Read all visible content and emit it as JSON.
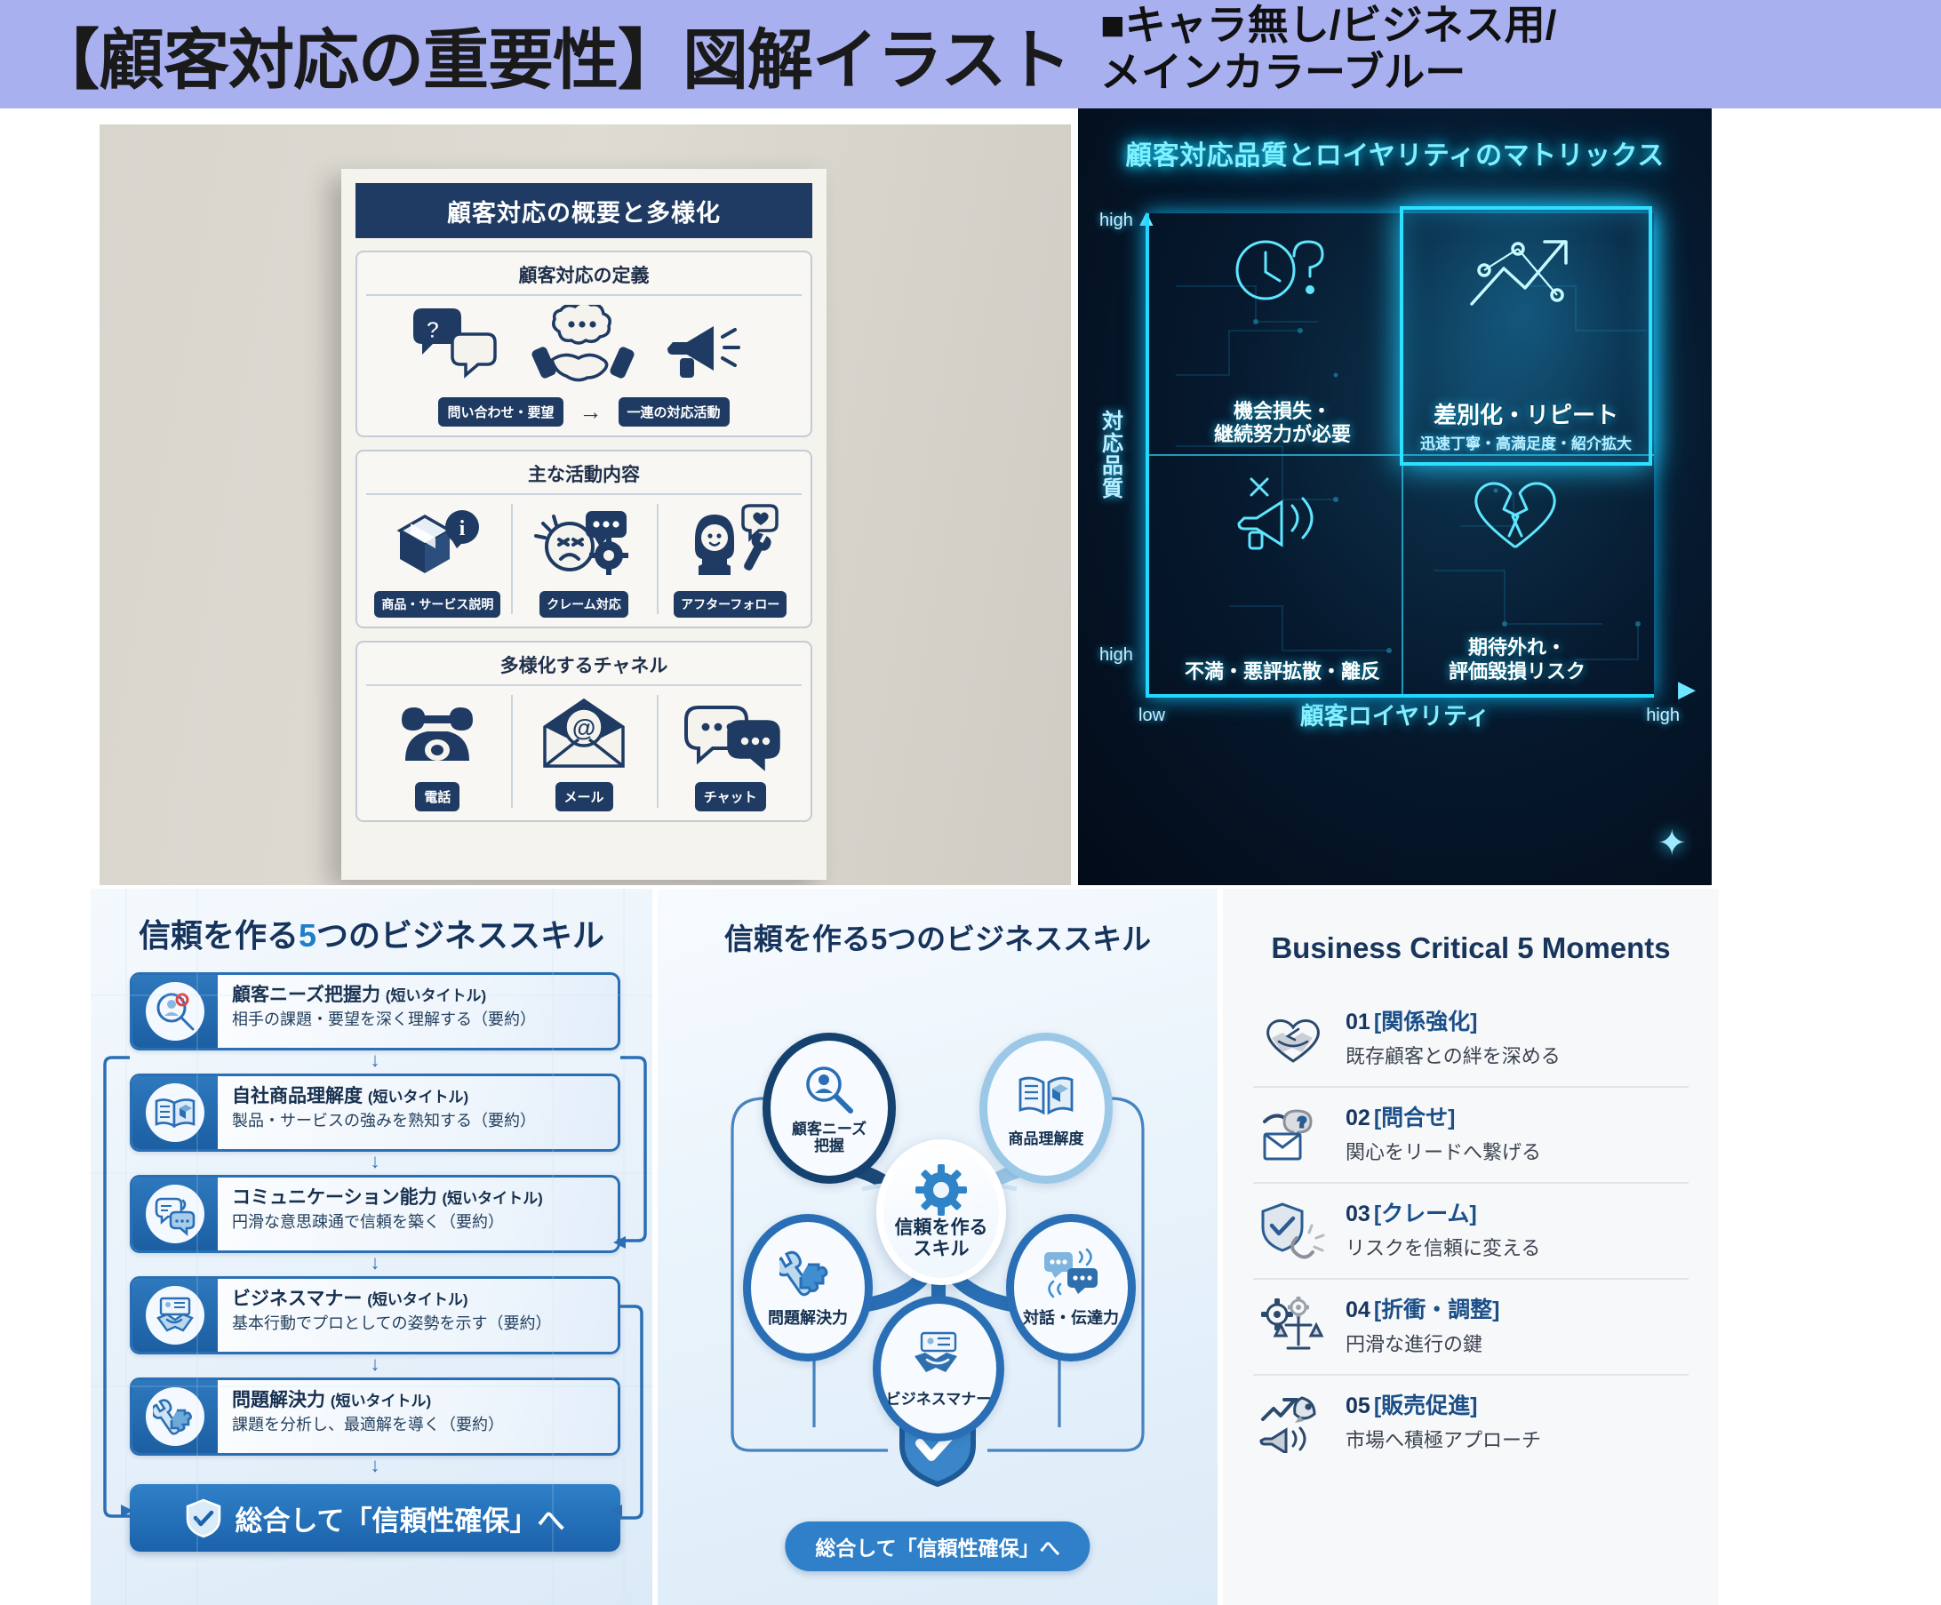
{
  "header": {
    "title": "【顧客対応の重要性】図解イラスト",
    "note_line1": "■キャラ無し/ビジネス用/",
    "note_line2": "メインカラーブルー",
    "band_color": "#a8b0f0"
  },
  "panel_overview": {
    "card_title": "顧客対応の概要と多様化",
    "sections": [
      {
        "title": "顧客対応の定義",
        "chips": [
          "問い合わせ・要望",
          "一連の対応活動"
        ],
        "arrow": "→",
        "icons": [
          "question-speech-bubble-icon",
          "handshake-icon",
          "megaphone-icon"
        ]
      },
      {
        "title": "主な活動内容",
        "items": [
          {
            "label": "商品・サービス説明",
            "icon": "package-info-icon"
          },
          {
            "label": "クレーム対応",
            "icon": "angry-face-gear-icon"
          },
          {
            "label": "アフターフォロー",
            "icon": "support-agent-heart-icon"
          }
        ]
      },
      {
        "title": "多様化するチャネル",
        "items": [
          {
            "label": "電話",
            "icon": "telephone-icon"
          },
          {
            "label": "メール",
            "icon": "email-at-icon"
          },
          {
            "label": "チャット",
            "icon": "chat-bubbles-icon"
          }
        ]
      }
    ]
  },
  "panel_matrix": {
    "title": "顧客対応品質とロイヤリティのマトリックス",
    "y_axis_label": "対応品質",
    "y_axis_high_top": "high",
    "y_axis_high_bottom": "high",
    "x_axis_label": "顧客ロイヤリティ",
    "x_axis_low": "low",
    "x_axis_high": "high",
    "accent_color": "#2ce0ff",
    "quadrants": [
      {
        "position": "top-left",
        "title": "機会損失・\n継続努力が必要",
        "line1": "機会損失・",
        "line2": "継続努力が必要",
        "sub": "",
        "icon": "clock-question-icon",
        "highlight": false
      },
      {
        "position": "top-right",
        "title": "差別化・リピート",
        "line1": "差別化・リピート",
        "line2": "",
        "sub": "迅速丁寧・高満足度・紹介拡大",
        "icon": "growth-arrow-chart-icon",
        "highlight": true
      },
      {
        "position": "bottom-left",
        "title": "不満・悪評拡散・離反",
        "line1": "不満・悪評拡散・離反",
        "line2": "",
        "sub": "",
        "icon": "megaphone-x-icon",
        "highlight": false
      },
      {
        "position": "bottom-right",
        "title": "期待外れ・\n評価毀損リスク",
        "line1": "期待外れ・",
        "line2": "評価毀損リスク",
        "sub": "",
        "icon": "broken-heart-icon",
        "highlight": false
      }
    ]
  },
  "panel_flow": {
    "title_prefix": "信頼を作る",
    "title_number": "5",
    "title_suffix": "つのビジネススキル",
    "steps": [
      {
        "title": "顧客ニーズ把握力",
        "title_note": "(短いタイトル)",
        "summary": "相手の課題・要望を深く理解する（要約）",
        "icon": "target-person-search-icon"
      },
      {
        "title": "自社商品理解度",
        "title_note": "(短いタイトル)",
        "summary": "製品・サービスの強みを熟知する（要約）",
        "icon": "open-book-product-icon"
      },
      {
        "title": "コミュニケーション能力",
        "title_note": "(短いタイトル)",
        "summary": "円滑な意思疎通で信頼を築く（要約）",
        "icon": "speech-bubbles-icon"
      },
      {
        "title": "ビジネスマナー",
        "title_note": "(短いタイトル)",
        "summary": "基本行動でプロとしての姿勢を示す（要約）",
        "icon": "handshake-card-icon"
      },
      {
        "title": "問題解決力",
        "title_note": "(短いタイトル)",
        "summary": "課題を分析し、最適解を導く（要約）",
        "icon": "wrench-puzzle-icon"
      }
    ],
    "final_label": "総合して「信頼性確保」へ",
    "final_icon": "shield-check-icon",
    "arrow": "↓"
  },
  "panel_hub": {
    "title": "信頼を作る5つのビジネススキル",
    "hub_line1": "信頼を作る",
    "hub_line2": "スキル",
    "hub_icon": "gear-icon",
    "nodes": [
      {
        "label_line1": "顧客ニーズ",
        "label_line2": "把握",
        "icon": "person-magnifier-icon"
      },
      {
        "label_line1": "商品理解度",
        "label_line2": "",
        "icon": "open-book-icon"
      },
      {
        "label_line1": "対話・伝達力",
        "label_line2": "",
        "icon": "chat-bubbles-icon"
      },
      {
        "label_line1": "ビジネスマナー",
        "label_line2": "",
        "icon": "handshake-card-icon"
      },
      {
        "label_line1": "問題解決力",
        "label_line2": "",
        "icon": "wrench-puzzle-icon"
      }
    ],
    "final_label": "総合して「信頼性確保」へ",
    "final_icon": "shield-check-icon"
  },
  "panel_moments": {
    "title": "Business Critical 5 Moments",
    "rows": [
      {
        "num": "01",
        "tag": "[関係強化]",
        "desc": "既存顧客との絆を深める",
        "icon": "handshake-heart-icon"
      },
      {
        "num": "02",
        "tag": "[問合せ]",
        "desc": "関心をリードへ繋げる",
        "icon": "envelope-question-icon"
      },
      {
        "num": "03",
        "tag": "[クレーム]",
        "desc": "リスクを信頼に変える",
        "icon": "shield-check-crack-icon"
      },
      {
        "num": "04",
        "tag": "[折衝・調整]",
        "desc": "円滑な進行の鍵",
        "icon": "gears-scale-icon"
      },
      {
        "num": "05",
        "tag": "[販売促進]",
        "desc": "市場へ積極アプローチ",
        "icon": "rocket-megaphone-icon"
      }
    ]
  }
}
